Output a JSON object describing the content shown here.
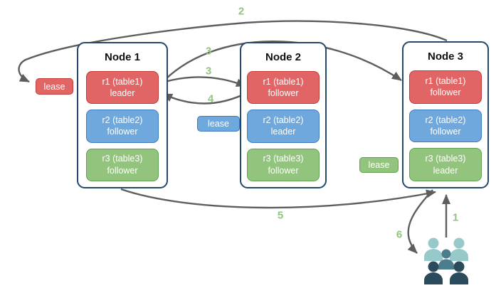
{
  "nodes": [
    {
      "title": "Node 1",
      "replicas": [
        {
          "name": "r1 (table1)",
          "role": "leader",
          "variant": "red"
        },
        {
          "name": "r2 (table2)",
          "role": "follower",
          "variant": "blue"
        },
        {
          "name": "r3 (table3)",
          "role": "follower",
          "variant": "green"
        }
      ]
    },
    {
      "title": "Node 2",
      "replicas": [
        {
          "name": "r1 (table1)",
          "role": "follower",
          "variant": "red"
        },
        {
          "name": "r2 (table2)",
          "role": "leader",
          "variant": "blue"
        },
        {
          "name": "r3 (table3)",
          "role": "follower",
          "variant": "green"
        }
      ]
    },
    {
      "title": "Node 3",
      "replicas": [
        {
          "name": "r1 (table1)",
          "role": "follower",
          "variant": "red"
        },
        {
          "name": "r2 (table2)",
          "role": "follower",
          "variant": "blue"
        },
        {
          "name": "r3 (table3)",
          "role": "leader",
          "variant": "green"
        }
      ]
    }
  ],
  "leases": [
    {
      "label": "lease",
      "variant": "red"
    },
    {
      "label": "lease",
      "variant": "blue"
    },
    {
      "label": "lease",
      "variant": "green"
    }
  ],
  "steps": {
    "s1": "1",
    "s2": "2",
    "s3a": "3",
    "s3b": "3",
    "s4": "4",
    "s5": "5",
    "s6": "6"
  },
  "icons": {
    "users": "users-group-icon"
  },
  "colors": {
    "node_border": "#24476b",
    "red_fill": "#e06564",
    "red_border": "#c13b38",
    "blue_fill": "#6fa8dc",
    "blue_border": "#3e7cc0",
    "green_fill": "#93c47d",
    "green_border": "#62a152",
    "arrow": "#5e5e5e",
    "step_label": "#93c47d",
    "users_light": "#97c8ca",
    "users_mid": "#4c7d8d",
    "users_dark": "#2b4a5c"
  }
}
